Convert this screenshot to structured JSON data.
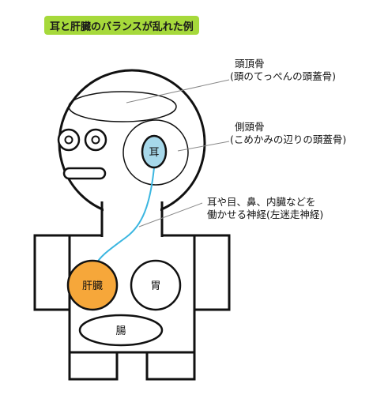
{
  "title": "耳と肝臓のバランスが乱れた例",
  "labels": {
    "parietal_line1": "頭頂骨",
    "parietal_line2": "(頭のてっぺんの頭蓋骨)",
    "temporal_line1": "側頭骨",
    "temporal_line2": "(こめかみの辺りの頭蓋骨)",
    "vagus_line1": "耳や目、鼻、内臓などを",
    "vagus_line2": "働かせる神経(左迷走神経)"
  },
  "organs": {
    "ear": "耳",
    "liver": "肝臓",
    "stomach": "胃",
    "intestine": "腸"
  },
  "colors": {
    "title_bg": "#a6d93b",
    "ear_fill": "#a7d8ea",
    "liver_fill": "#f6a73a",
    "nerve": "#3bb6e0",
    "outline": "#111111",
    "leader": "#888888"
  }
}
